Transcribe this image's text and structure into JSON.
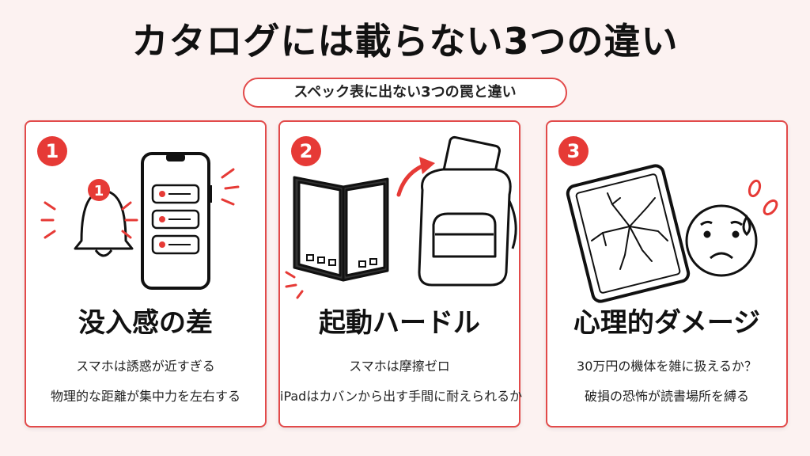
{
  "header": {
    "title": "カタログには載らない3つの違い",
    "subtitle": "スペック表に出ない3つの罠と違い"
  },
  "cards": [
    {
      "number": "1",
      "title": "没入感の差",
      "line1": "スマホは誘惑が近すぎる",
      "line2": "物理的な距離が集中力を左右する",
      "badge": "1"
    },
    {
      "number": "2",
      "title": "起動ハードル",
      "line1": "スマホは摩擦ゼロ",
      "line2": "iPadはカバンから出す手間に耐えられるか"
    },
    {
      "number": "3",
      "title": "心理的ダメージ",
      "line1": "30万円の機体を雑に扱えるか？",
      "line2": "破損の恐怖が読書場所を縛る"
    }
  ],
  "colors": {
    "accent": "#e63a36",
    "border": "#e24a4a",
    "background": "#fcf2f1"
  }
}
